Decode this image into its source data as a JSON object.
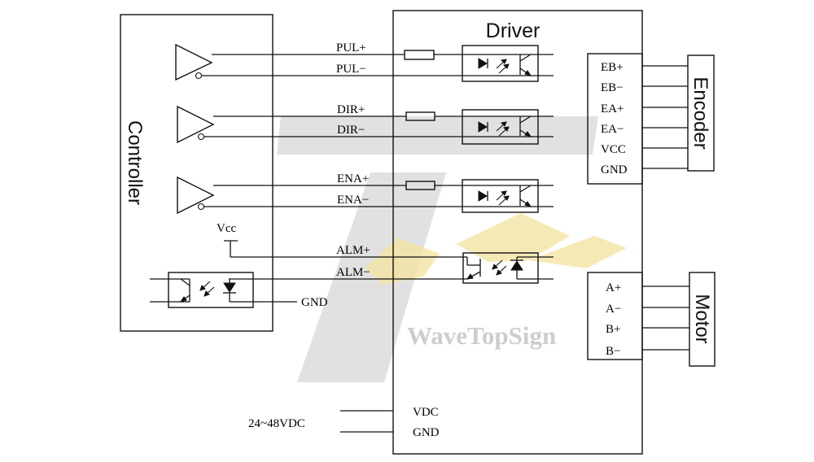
{
  "blocks": {
    "controller": "Controller",
    "driver": "Driver",
    "encoder": "Encoder",
    "motor": "Motor"
  },
  "signals": {
    "pul_plus": "PUL+",
    "pul_minus": "PUL−",
    "dir_plus": "DIR+",
    "dir_minus": "DIR−",
    "ena_plus": "ENA+",
    "ena_minus": "ENA−",
    "alm_plus": "ALM+",
    "alm_minus": "ALM−"
  },
  "controller_labels": {
    "vcc": "Vcc",
    "gnd": "GND"
  },
  "encoder_pins": [
    "EB+",
    "EB−",
    "EA+",
    "EA−",
    "VCC",
    "GND"
  ],
  "motor_pins": [
    "A+",
    "A−",
    "B+",
    "B−"
  ],
  "power": {
    "supply": "24~48VDC",
    "vdc": "VDC",
    "gnd": "GND"
  },
  "watermark": {
    "text": "WaveTopSign",
    "color_dark": "#c8c8c8",
    "color_accent": "#f5e6a8"
  }
}
